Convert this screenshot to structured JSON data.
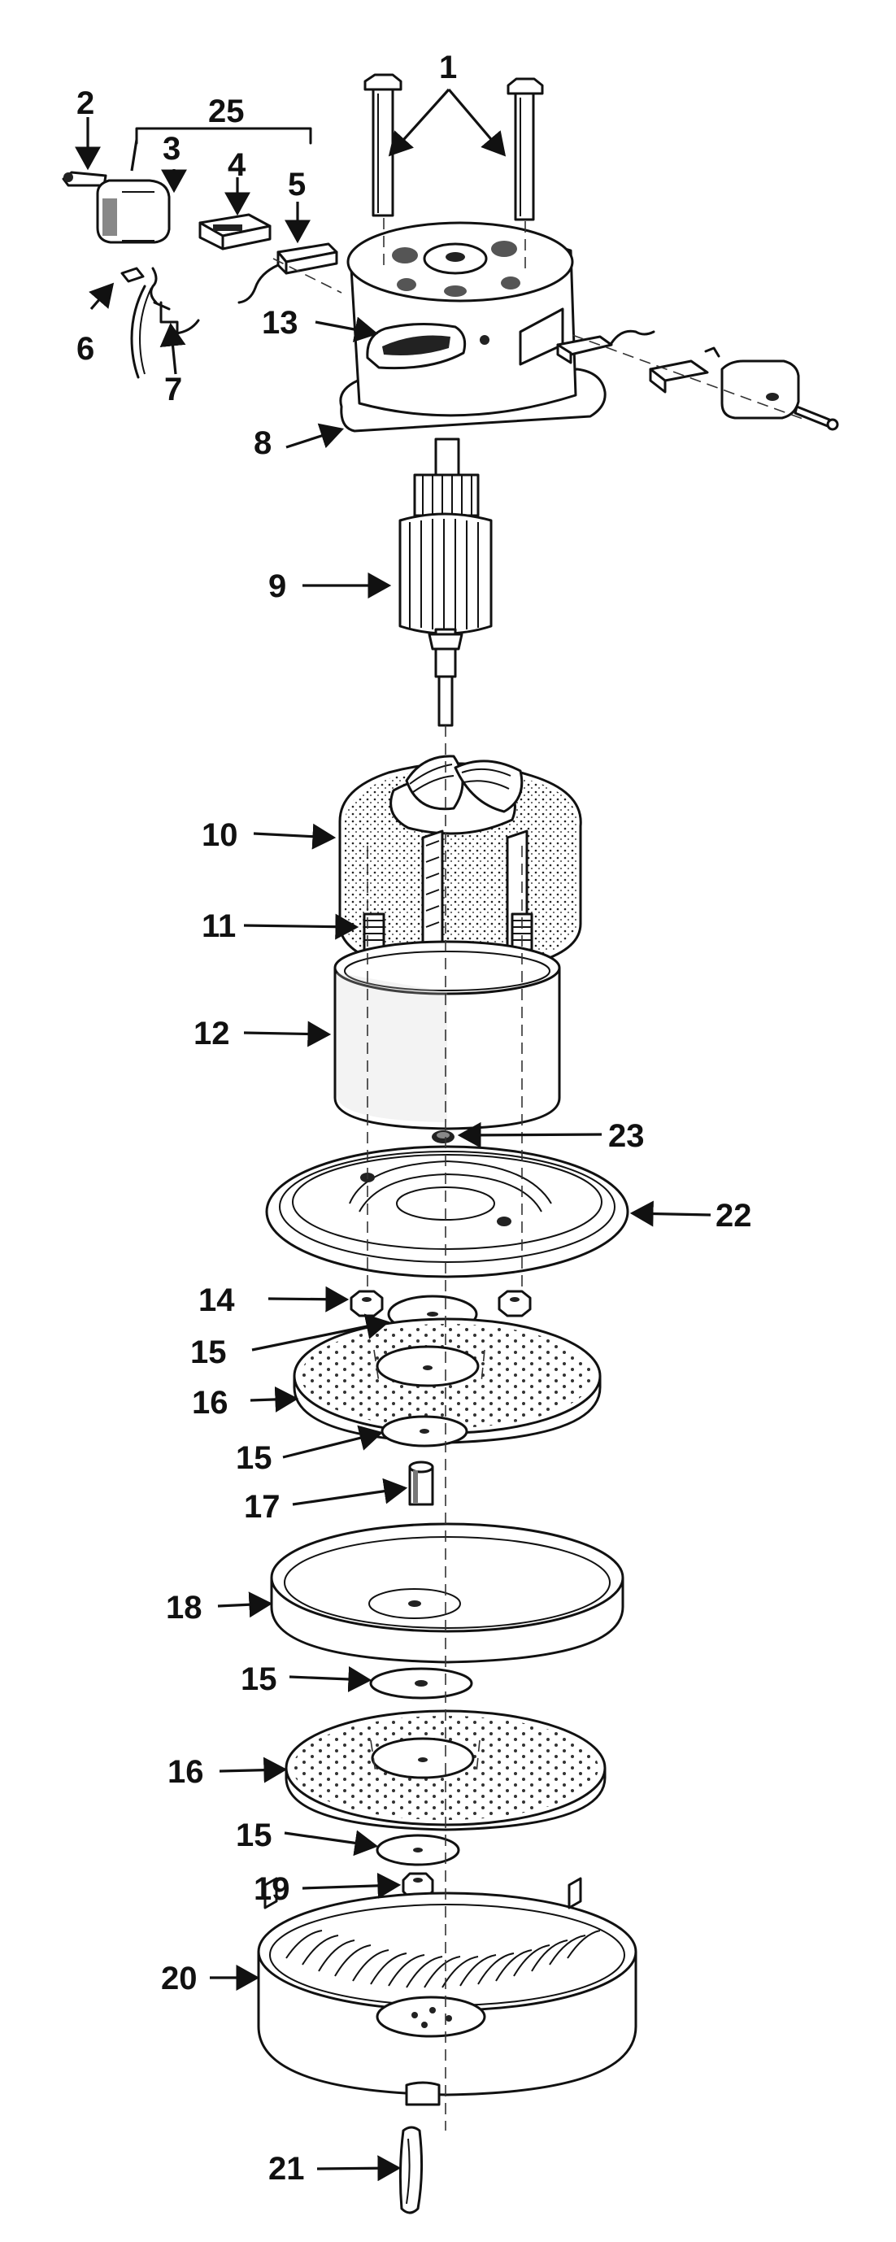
{
  "callouts": {
    "c1": "1",
    "c2": "2",
    "c25": "25",
    "c3": "3",
    "c4": "4",
    "c5": "5",
    "c6": "6",
    "c7": "7",
    "c13": "13",
    "c8": "8",
    "c9": "9",
    "c10": "10",
    "c11": "11",
    "c12": "12",
    "c23": "23",
    "c22": "22",
    "c14": "14",
    "c15a": "15",
    "c16a": "16",
    "c15b": "15",
    "c17": "17",
    "c18": "18",
    "c15c": "15",
    "c16b": "16",
    "c15d": "15",
    "c19": "19",
    "c20": "20",
    "c21": "21"
  }
}
